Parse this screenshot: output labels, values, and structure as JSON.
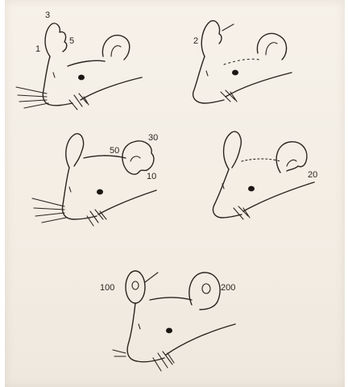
{
  "labels": {
    "head1": [
      "3",
      "1",
      "5"
    ],
    "head2": [
      "2"
    ],
    "head3": [
      "50",
      "30",
      "10"
    ],
    "head4": [
      "20"
    ],
    "head5": [
      "100",
      "200"
    ]
  },
  "colors": {
    "ink": "#2a241f",
    "paper": "#f4eee5"
  }
}
